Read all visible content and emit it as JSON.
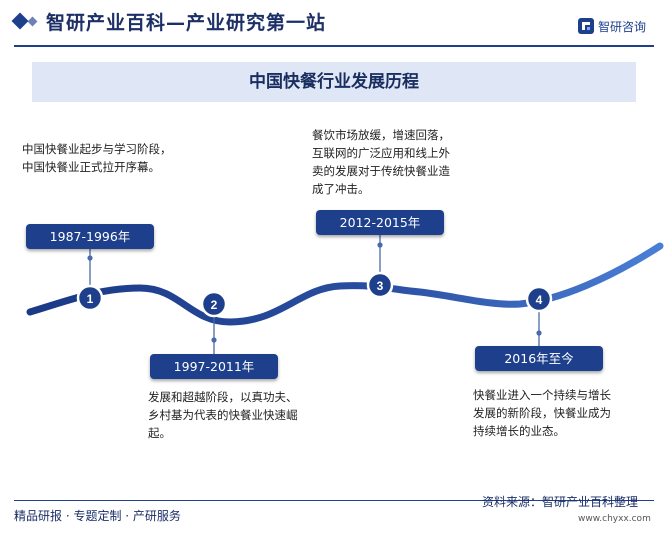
{
  "header": {
    "site_title": "智研产业百科—产业研究第一站",
    "logo_text": "智研咨询"
  },
  "title": "中国快餐行业发展历程",
  "stages": [
    {
      "number": "1",
      "period": "1987-1996年",
      "description": "中国快餐业起步与学习阶段，中国快餐业正式拉开序幕。"
    },
    {
      "number": "2",
      "period": "1997-2011年",
      "description": "发展和超越阶段，以真功夫、乡村基为代表的快餐业快速崛起。"
    },
    {
      "number": "3",
      "period": "2012-2015年",
      "description": "餐饮市场放缓，增速回落，互联网的广泛应用和线上外卖的发展对于传统快餐业造成了冲击。"
    },
    {
      "number": "4",
      "period": "2016年至今",
      "description": "快餐业进入一个持续与增长发展的新阶段，快餐业成为持续增长的业态。"
    }
  ],
  "footer": {
    "services": "精品研报 · 专题定制 · 产研服务",
    "source": "资料来源：智研产业百科整理",
    "url": "www.chyxx.com"
  },
  "colors": {
    "primary": "#1e3f8c",
    "title_band": "#dfe7f7"
  }
}
